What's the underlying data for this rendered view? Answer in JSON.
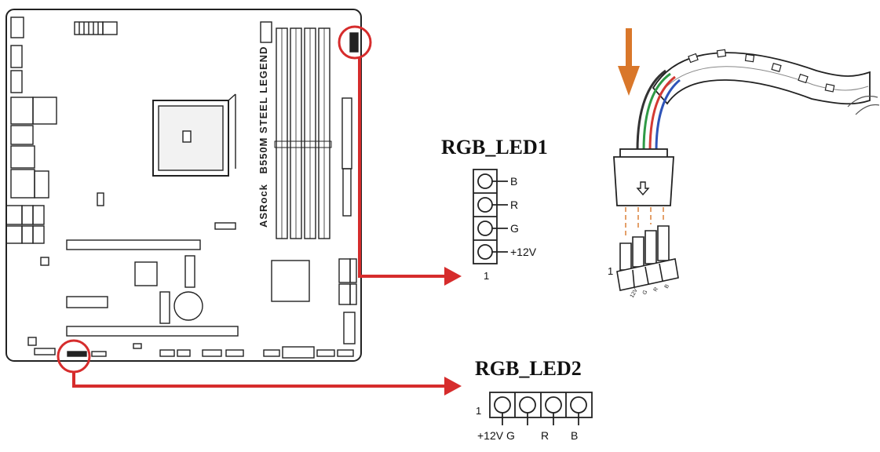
{
  "board": {
    "model_text": "B550M STEEL LEGEND",
    "brand_text": "ASRock"
  },
  "colors": {
    "highlight": "#d62c2c",
    "arrow_orange": "#d9772a",
    "wire_blue": "#2e54b8",
    "wire_red": "#d33a33",
    "wire_green": "#2f9a46",
    "wire_black": "#333333"
  },
  "rgb_led1": {
    "title": "RGB_LED1",
    "pins": [
      "B",
      "R",
      "G",
      "+12V"
    ],
    "pin_one_marker": "1"
  },
  "rgb_led2": {
    "title": "RGB_LED2",
    "pins": [
      "+12V",
      "G",
      "R",
      "B"
    ],
    "pin_one_marker": "1"
  },
  "connector": {
    "pin_one_marker": "1",
    "pin_labels": [
      "12V",
      "G",
      "R",
      "B"
    ]
  }
}
